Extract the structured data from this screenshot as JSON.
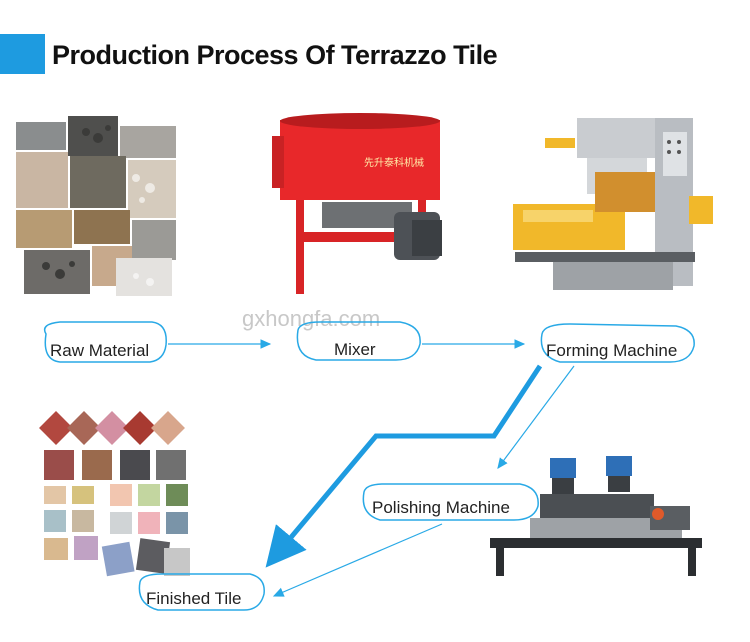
{
  "header": {
    "title": "Production Process Of Terrazzo Tile"
  },
  "watermark": "gxhongfa.com",
  "steps": {
    "raw_material": "Raw Material",
    "mixer": "Mixer",
    "forming_machine": "Forming Machine",
    "polishing_machine": "Polishing Machine",
    "finished_tile": "Finished Tile"
  },
  "mixer_text": "先升泰科机械",
  "colors": {
    "accent": "#1e9be0",
    "arrow": "#29a9e6",
    "mixer_red": "#e8282a",
    "machine_grey": "#c9ccd0",
    "machine_yellow": "#f1b82a"
  }
}
